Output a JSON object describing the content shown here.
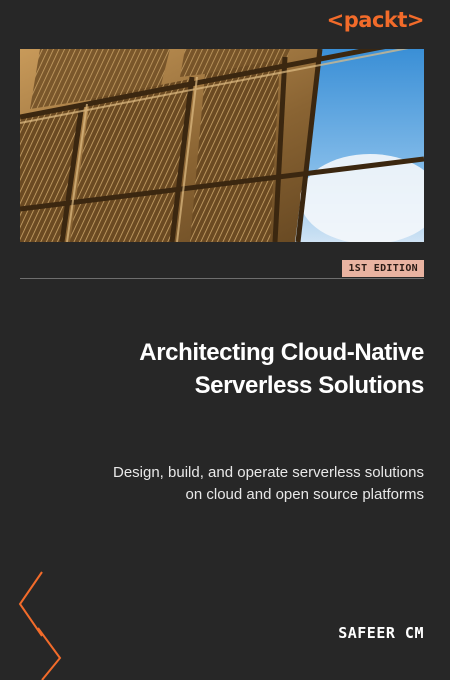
{
  "brand": {
    "logo_text": "<packt>",
    "accent_color": "#f26b2a"
  },
  "cover": {
    "edition_badge": "1ST EDITION",
    "title_lines": [
      "Architecting Cloud-Native",
      "Serverless Solutions"
    ],
    "subtitle_lines": [
      "Design, build, and operate serverless solutions",
      "on cloud and open source platforms"
    ],
    "author": "SAFEER CM",
    "background_color": "#262626",
    "badge_color": "#e9b3a1"
  },
  "images": {
    "cover_photo": "building-facade-glass-windows-photo",
    "decoration": "orange-chevron-lines"
  }
}
